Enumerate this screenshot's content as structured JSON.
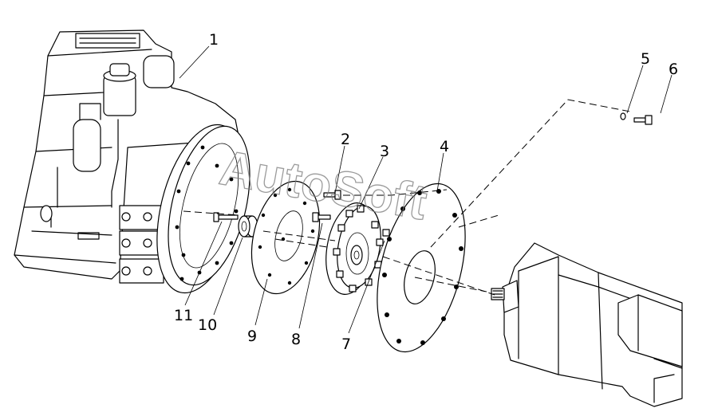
{
  "watermark": "AutoSoft",
  "callouts": [
    "1",
    "2",
    "3",
    "4",
    "5",
    "6",
    "7",
    "8",
    "9",
    "10",
    "11"
  ]
}
